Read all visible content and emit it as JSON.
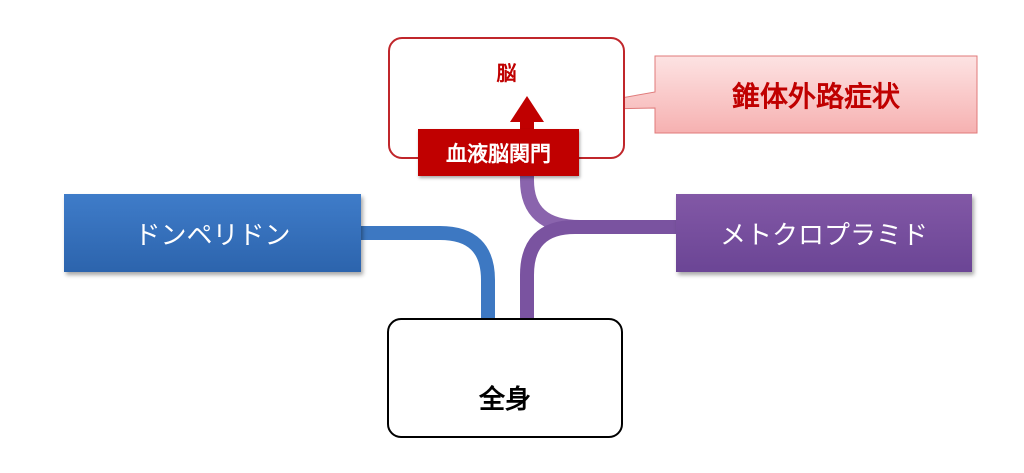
{
  "nodes": {
    "brain": "脳",
    "whole_body": "全身",
    "bbb": "血液脳関門",
    "domperidone": "ドンペリドン",
    "metoclopramide": "メトクロプラミド",
    "side_effect": "錐体外路症状"
  },
  "colors": {
    "blue": "#3d78c2",
    "purple": "#7a53a0",
    "red": "#c00000",
    "callout_fill": "#f8c3c3"
  }
}
